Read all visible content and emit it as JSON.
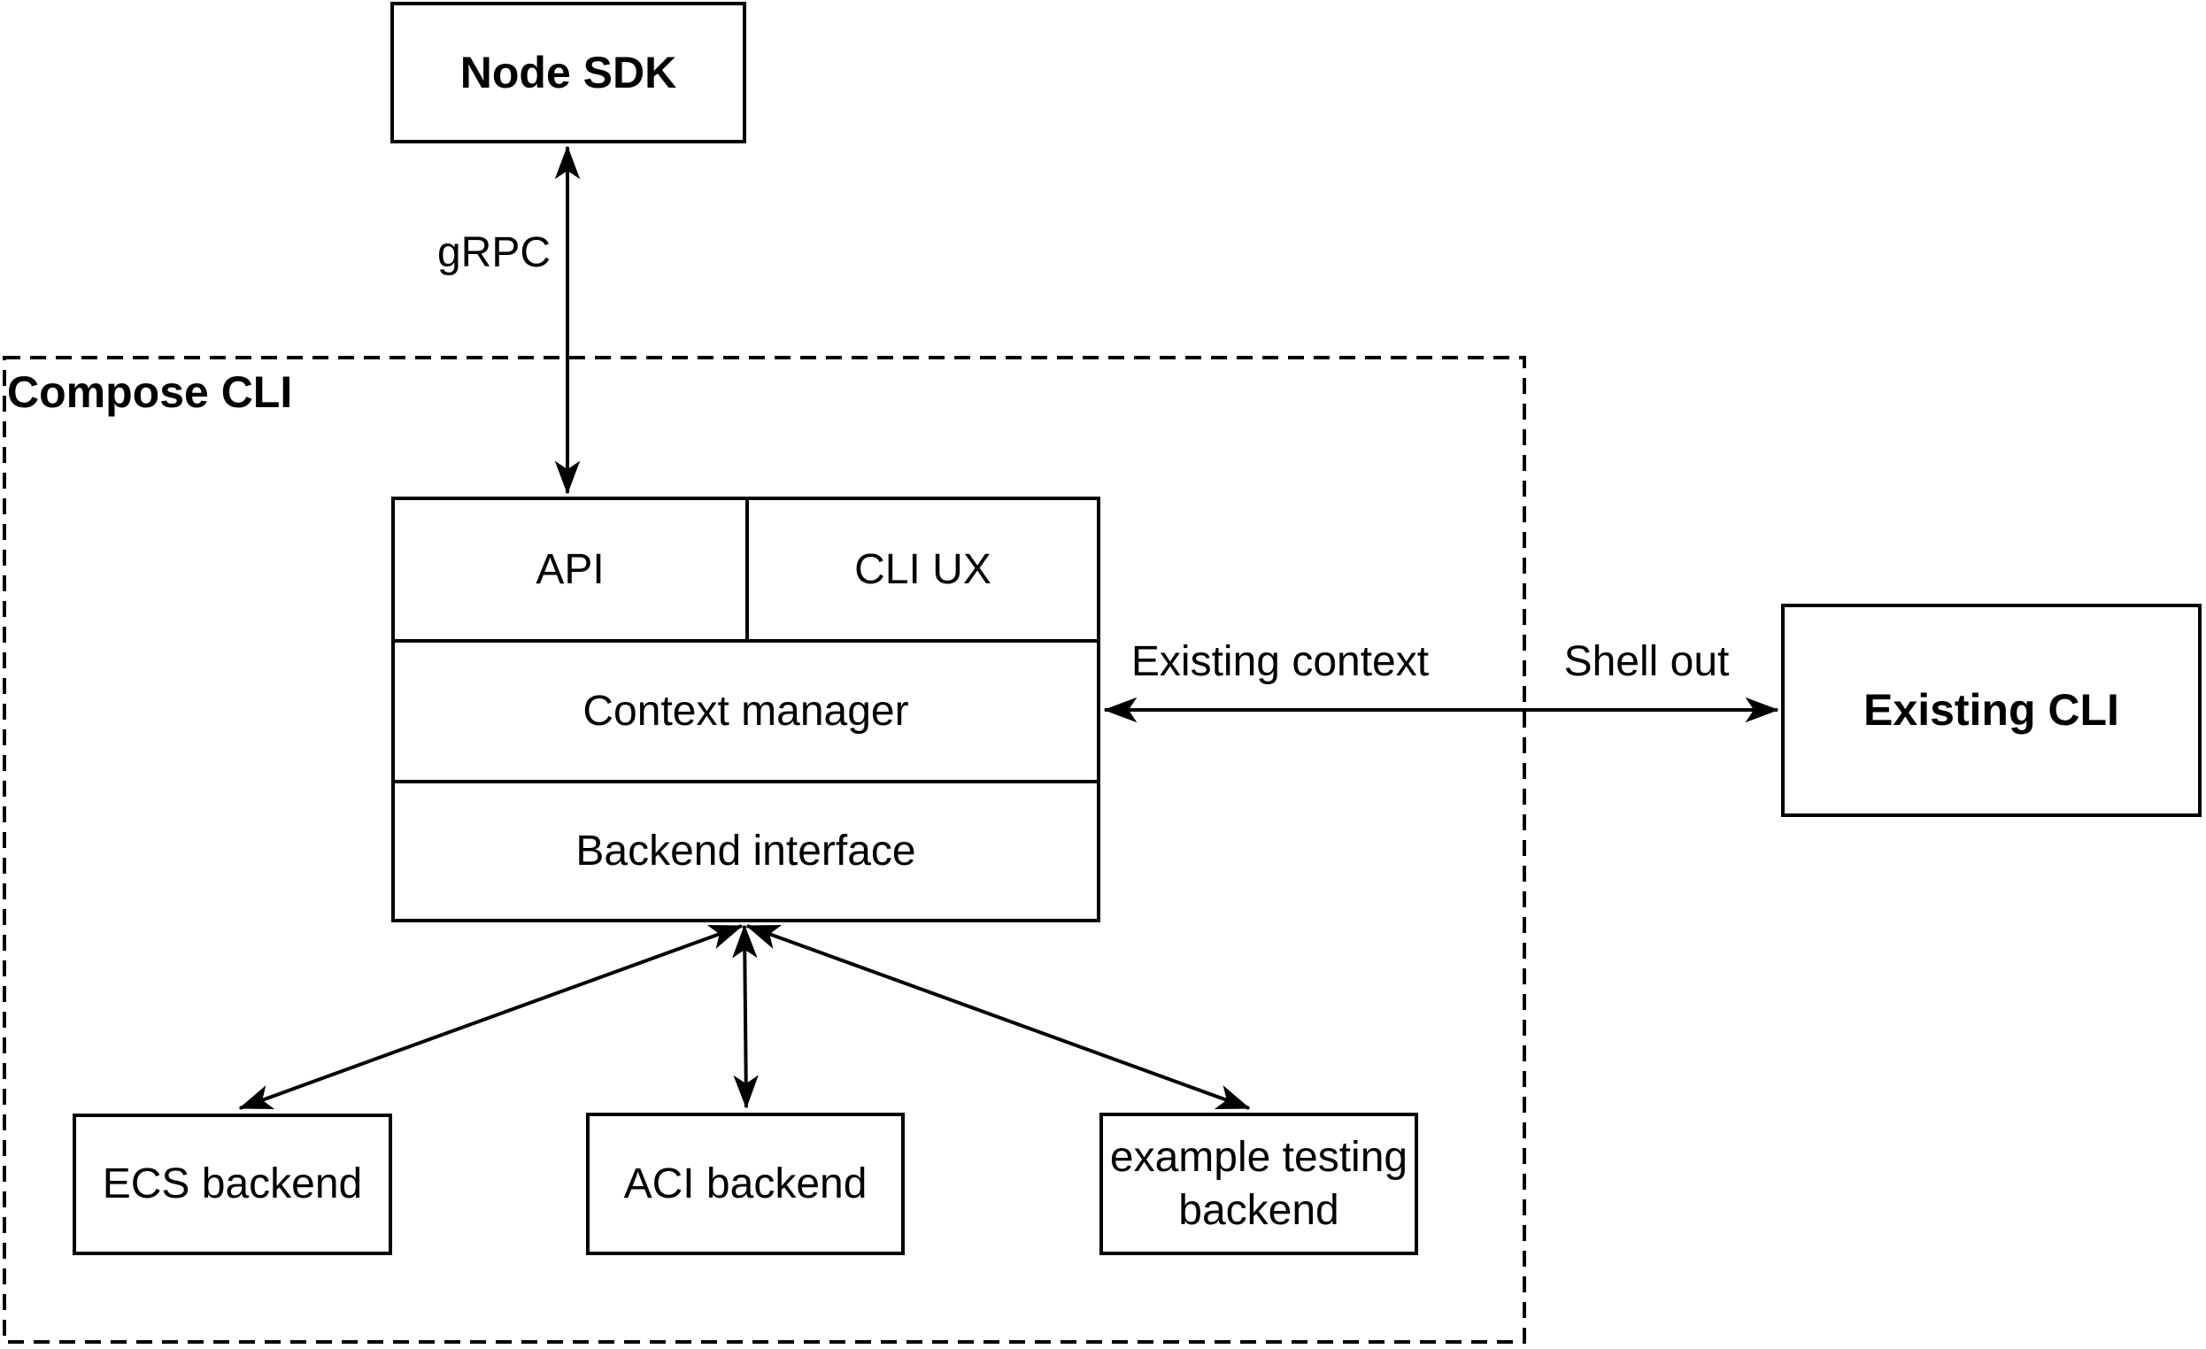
{
  "canvas": {
    "background": "#ffffff",
    "stroke": "#000000"
  },
  "container": {
    "label": "Compose CLI"
  },
  "nodes": {
    "node_sdk": {
      "label": "Node SDK"
    },
    "api": {
      "label": "API"
    },
    "cli_ux": {
      "label": "CLI UX"
    },
    "context_manager": {
      "label": "Context manager"
    },
    "backend_interface": {
      "label": "Backend interface"
    },
    "existing_cli": {
      "label": "Existing CLI"
    },
    "ecs_backend": {
      "label": "ECS backend"
    },
    "aci_backend": {
      "label": "ACI backend"
    },
    "example_testing_backend": {
      "label": "example testing backend"
    }
  },
  "edges": {
    "grpc": {
      "label": "gRPC"
    },
    "existing_context": {
      "label": "Existing context"
    },
    "shell_out": {
      "label": "Shell out"
    }
  }
}
